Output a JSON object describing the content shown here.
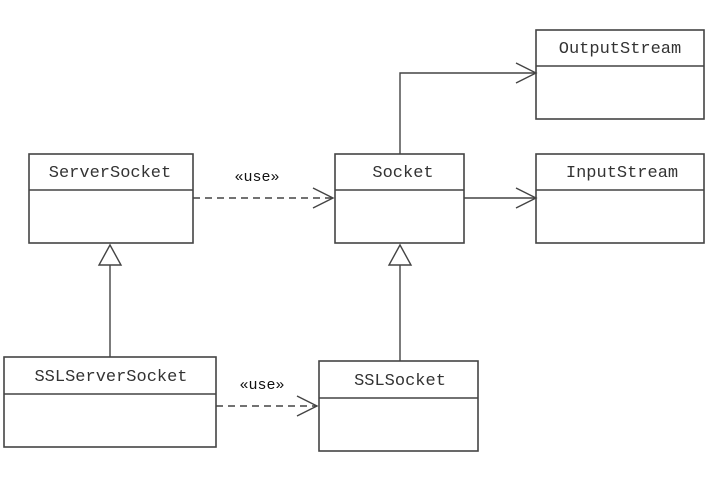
{
  "classes": {
    "output_stream": "OutputStream",
    "input_stream": "InputStream",
    "server_socket": "ServerSocket",
    "socket": "Socket",
    "ssl_server_socket": "SSLServerSocket",
    "ssl_socket": "SSLSocket"
  },
  "relations": {
    "use_top": "«use»",
    "use_bottom": "«use»"
  }
}
